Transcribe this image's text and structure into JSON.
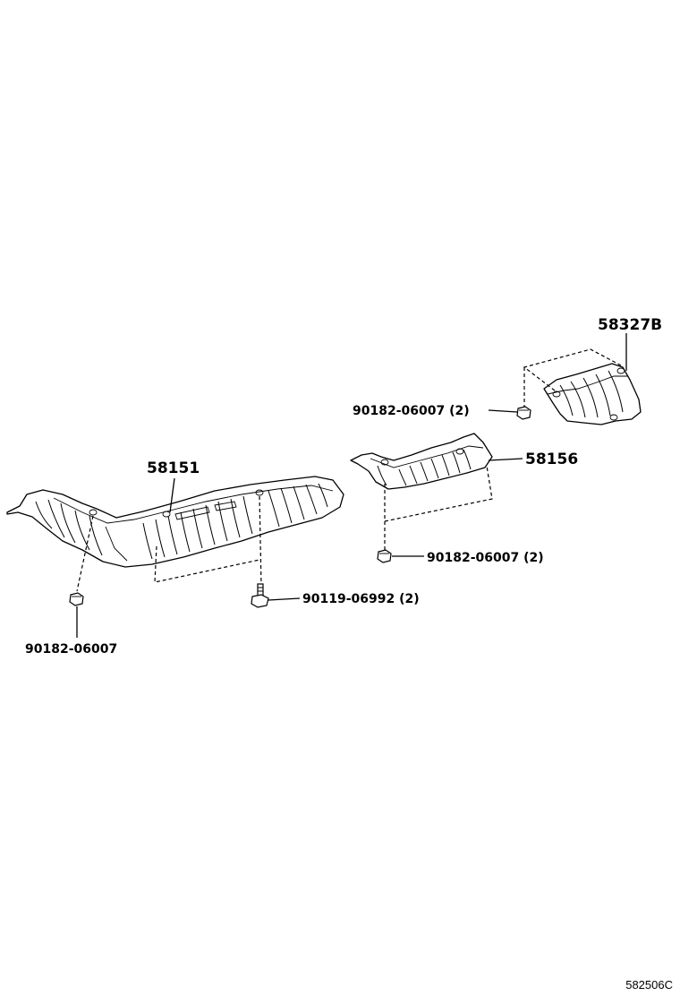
{
  "callouts": {
    "heat_insulator_rear": "58327B",
    "heat_insulator_front": "58151",
    "heat_insulator_center": "58156",
    "nut_upper": "90182-06007 (2)",
    "nut_middle": "90182-06007 (2)",
    "bolt": "90119-06992 (2)",
    "nut_left": "90182-06007"
  },
  "illustration_code": "582506C"
}
